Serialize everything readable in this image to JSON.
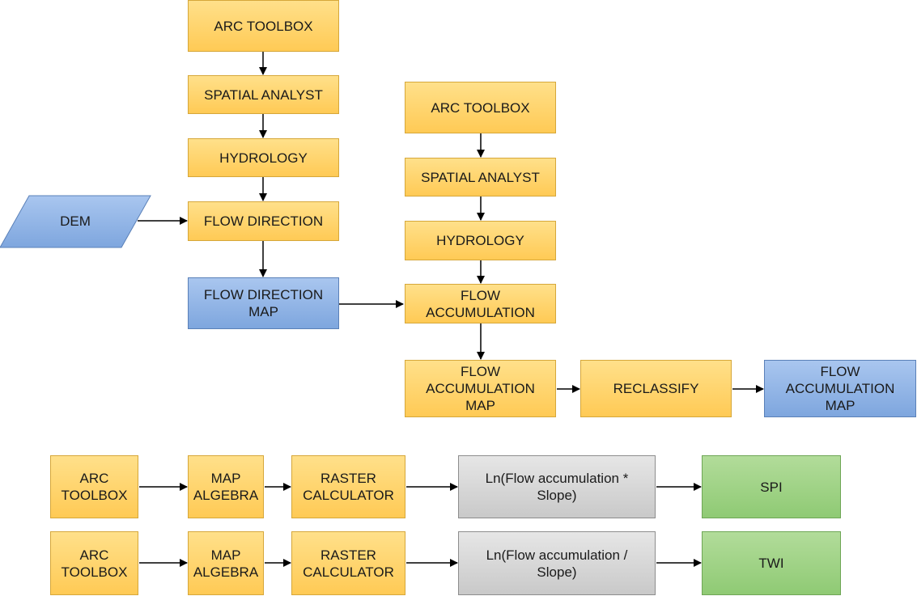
{
  "nodes": {
    "arc_toolbox_1": "ARC TOOLBOX",
    "spatial_analyst_1": "SPATIAL ANALYST",
    "hydrology_1": "HYDROLOGY",
    "dem": "DEM",
    "flow_direction": "FLOW DIRECTION",
    "flow_direction_map": "FLOW DIRECTION\nMAP",
    "arc_toolbox_2": "ARC TOOLBOX",
    "spatial_analyst_2": "SPATIAL ANALYST",
    "hydrology_2": "HYDROLOGY",
    "flow_accumulation": "FLOW\nACCUMULATION",
    "flow_accumulation_map_1": "FLOW\nACCUMULATION\nMAP",
    "reclassify": "RECLASSIFY",
    "flow_accumulation_map_2": "FLOW\nACCUMULATION\nMAP",
    "spi_arc_toolbox": "ARC\nTOOLBOX",
    "spi_map_algebra": "MAP\nALGEBRA",
    "spi_raster_calculator": "RASTER\nCALCULATOR",
    "spi_formula": "Ln(Flow accumulation *\nSlope)",
    "spi": "SPI",
    "twi_arc_toolbox": "ARC\nTOOLBOX",
    "twi_map_algebra": "MAP\nALGEBRA",
    "twi_raster_calculator": "RASTER\nCALCULATOR",
    "twi_formula": "Ln(Flow accumulation /\nSlope)",
    "twi": "TWI"
  },
  "colors": {
    "process": "#ffd36e",
    "data_output": "#8fb2e6",
    "result": "#9fd386",
    "formula": "#d6d6d6",
    "arrow": "#000000"
  }
}
